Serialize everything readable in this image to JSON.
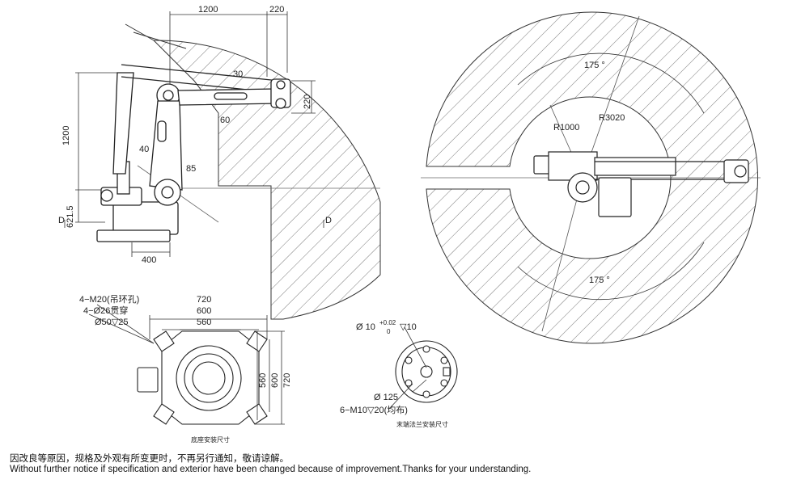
{
  "side_view": {
    "dim_top_1200": "1200",
    "dim_top_220": "220",
    "dim_left_1200": "1200",
    "dim_right_220": "220",
    "dim_6215": "621.5",
    "dim_400": "400",
    "angle_30": "30",
    "angle_60": "60",
    "angle_40": "40",
    "angle_85": "85",
    "section_left": "D",
    "section_right": "D"
  },
  "top_view": {
    "angle_top": "175 °",
    "angle_bottom": "175 °",
    "radius_inner": "R1000",
    "radius_outer": "R3020"
  },
  "base_view": {
    "bolt_hole": "4−M20(吊环孔)",
    "through_hole": "4−Ø26贯穿",
    "counterbore": "Ø50▽25",
    "width_720": "720",
    "width_600": "600",
    "width_560": "560",
    "height_560": "560",
    "height_600": "600",
    "height_720": "720",
    "caption": "底座安装尺寸"
  },
  "flange_view": {
    "bore_prefix": "Ø 10",
    "bore_tol_upper": "+0.02",
    "bore_tol_lower": "0",
    "bore_depth": "▽10",
    "pcd": "Ø 125",
    "thread": "6−M10▽20(均布)",
    "caption": "末端法兰安装尺寸"
  },
  "footer": {
    "chinese": "因改良等原因，规格及外观有所变更时，不再另行通知，敬请谅解。",
    "english": "Without further notice if specification and exterior have been changed because of improvement.Thanks for your understanding."
  }
}
